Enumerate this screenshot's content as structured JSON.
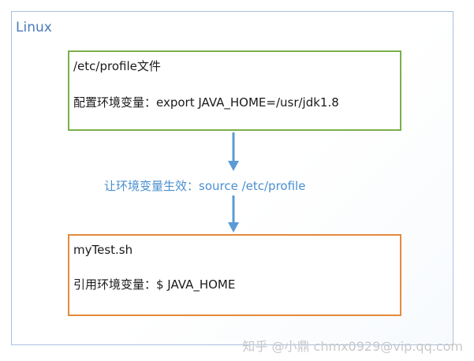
{
  "outer_label": "Linux",
  "box_top": {
    "line1": "/etc/profile文件",
    "line2": "配置环境变量：export JAVA_HOME=/usr/jdk1.8"
  },
  "middle_label": "让环境变量生效：source /etc/profile",
  "box_bottom": {
    "line1": "myTest.sh",
    "line2": "引用环境变量：$ JAVA_HOME"
  },
  "watermark": "知乎 @小鼎 chmx0929@vip.qq.com",
  "colors": {
    "frame_border": "#a9c1dd",
    "label_blue": "#4a7bb8",
    "box_top_border": "#7ab04a",
    "box_bottom_border": "#e58a3c",
    "arrow": "#5b9bd5",
    "middle_text": "#4a8fcf"
  }
}
